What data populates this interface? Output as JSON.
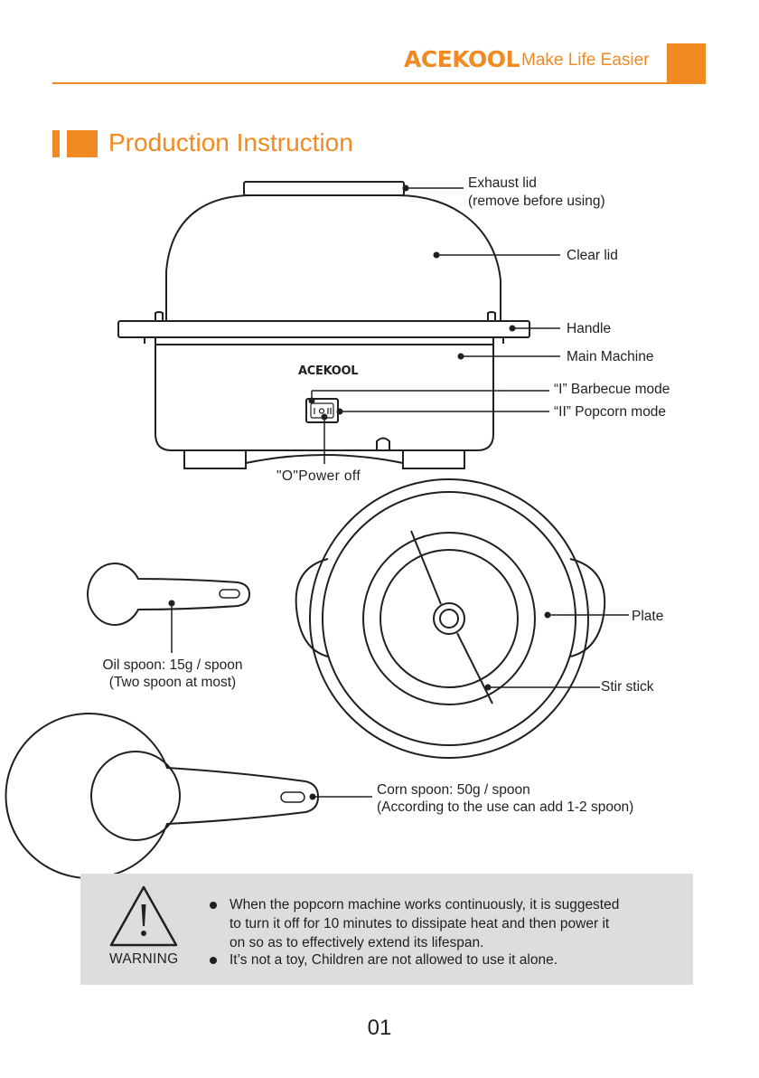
{
  "header": {
    "brand": "ACEKOOL",
    "tagline": "Make Life Easier"
  },
  "section_title": "Production Instruction",
  "machine": {
    "logo": "ACEKOOL",
    "labels": {
      "exhaust_lid_line1": "Exhaust lid",
      "exhaust_lid_line2": "(remove before using)",
      "clear_lid": "Clear lid",
      "handle": "Handle",
      "main_machine": "Main Machine",
      "barbecue_mode": "“I” Barbecue mode",
      "popcorn_mode": "“II” Popcorn mode",
      "power_off": "\"O\"Power off"
    }
  },
  "oil_spoon": {
    "line1": "Oil spoon: 15g / spoon",
    "line2": "(Two spoon at most)"
  },
  "plate": {
    "plate_label": "Plate",
    "stir_stick_label": "Stir stick"
  },
  "corn_spoon": {
    "line1": "Corn spoon: 50g / spoon",
    "line2": "(According to the use can add 1-2 spoon)"
  },
  "warning": {
    "label": "WARNING",
    "icon": "warning-triangle-icon",
    "bullet1_line1": "When the popcorn machine works continuously, it is suggested",
    "bullet1_line2": "to turn it off for 10 minutes to dissipate heat and then power it",
    "bullet1_line3": "on so as to effectively extend its lifespan.",
    "bullet2": "It’s not a toy, Children are not allowed to use it alone."
  },
  "page_number": "01",
  "colors": {
    "accent": "#f18a22",
    "text": "#231f20",
    "warning_bg": "#dcddde"
  }
}
